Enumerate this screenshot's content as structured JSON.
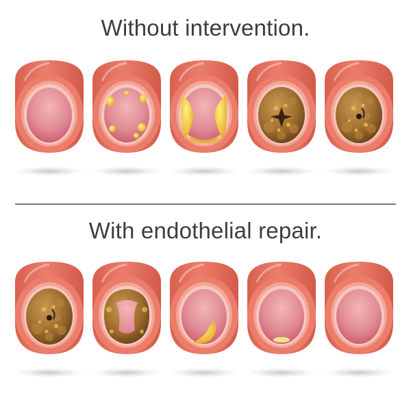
{
  "titles": {
    "top": "Without intervention.",
    "bottom": "With endothelial repair."
  },
  "colors": {
    "vessel_wall": "#ec7d6b",
    "vessel_rim": "#f4a596",
    "intima": "#f6c7c0",
    "lumen": "#c9566a",
    "plaque_early": "#f7d23a",
    "plaque_calcified": "#9b6a2c",
    "divider": "#7a7a7a"
  },
  "rows": {
    "top": {
      "stages": [
        {
          "plaque": "none"
        },
        {
          "plaque": "spots"
        },
        {
          "plaque": "fatty-narrowing"
        },
        {
          "plaque": "calcified-occlusion"
        },
        {
          "plaque": "near-total-occlusion"
        }
      ]
    },
    "bottom": {
      "stages": [
        {
          "plaque": "near-total-occlusion"
        },
        {
          "plaque": "regressing"
        },
        {
          "plaque": "small-streak"
        },
        {
          "plaque": "trace"
        },
        {
          "plaque": "none"
        }
      ]
    }
  }
}
